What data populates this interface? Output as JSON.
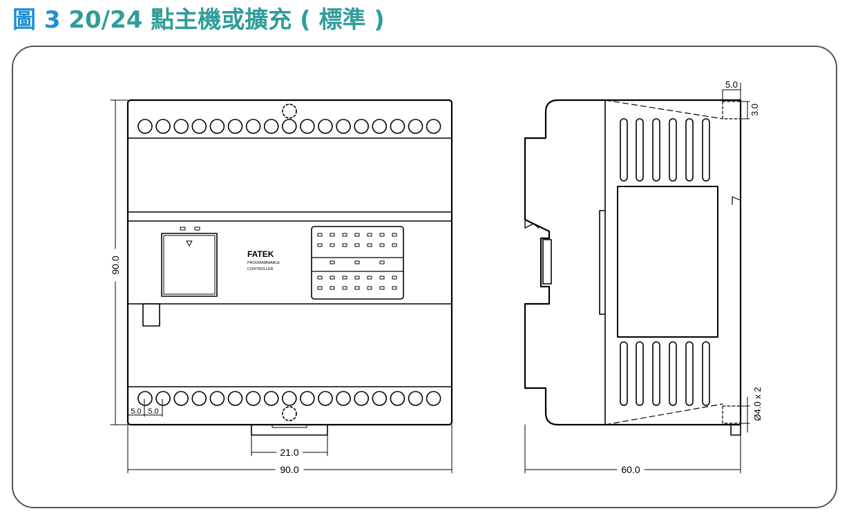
{
  "title": {
    "figure_label": "圖 3",
    "text": "20/24 點主機或擴充 ( 標準 )"
  },
  "colors": {
    "figure_label": "#1f8fd6",
    "title_text": "#2f9d9a",
    "frame": "#555555",
    "line": "#000000"
  },
  "front_view": {
    "brand": "FATEK",
    "subtitle_line1": "PROGRAMMABLE",
    "subtitle_line2": "CONTROLLER",
    "terminal_count_per_row": 17,
    "dimensions": {
      "height": "90.0",
      "width": "90.0",
      "rail_clip": "21.0",
      "pitch_1": "5.0",
      "pitch_2": "5.0"
    }
  },
  "side_view": {
    "dimensions": {
      "depth": "60.0",
      "hole_offset": "5.0",
      "hole_spacing": "3.0",
      "hole_diameter": "Ø4.0 x 2"
    }
  }
}
